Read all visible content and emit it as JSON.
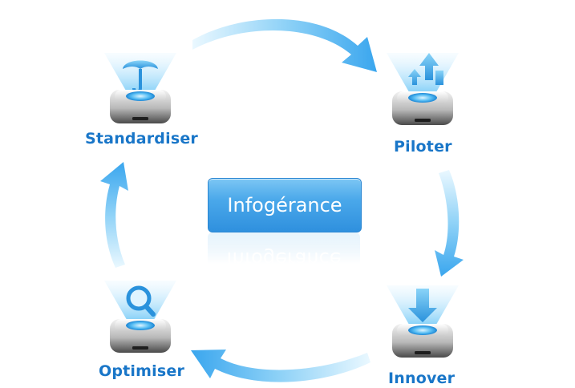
{
  "diagram": {
    "center_label": "Infogérance",
    "nodes": [
      {
        "id": "standardiser",
        "label": "Standardiser",
        "icon": "umbrella-icon"
      },
      {
        "id": "piloter",
        "label": "Piloter",
        "icon": "arrows-up-icon"
      },
      {
        "id": "innover",
        "label": "Innover",
        "icon": "arrow-down-icon"
      },
      {
        "id": "optimiser",
        "label": "Optimiser",
        "icon": "magnifier-icon"
      }
    ],
    "flow": [
      "standardiser",
      "piloter",
      "innover",
      "optimiser",
      "standardiser"
    ],
    "colors": {
      "label": "#1976c8",
      "accent": "#3ba2ea",
      "arrow_light": "#e6f6ff",
      "arrow_dark": "#3aa6ee"
    }
  }
}
